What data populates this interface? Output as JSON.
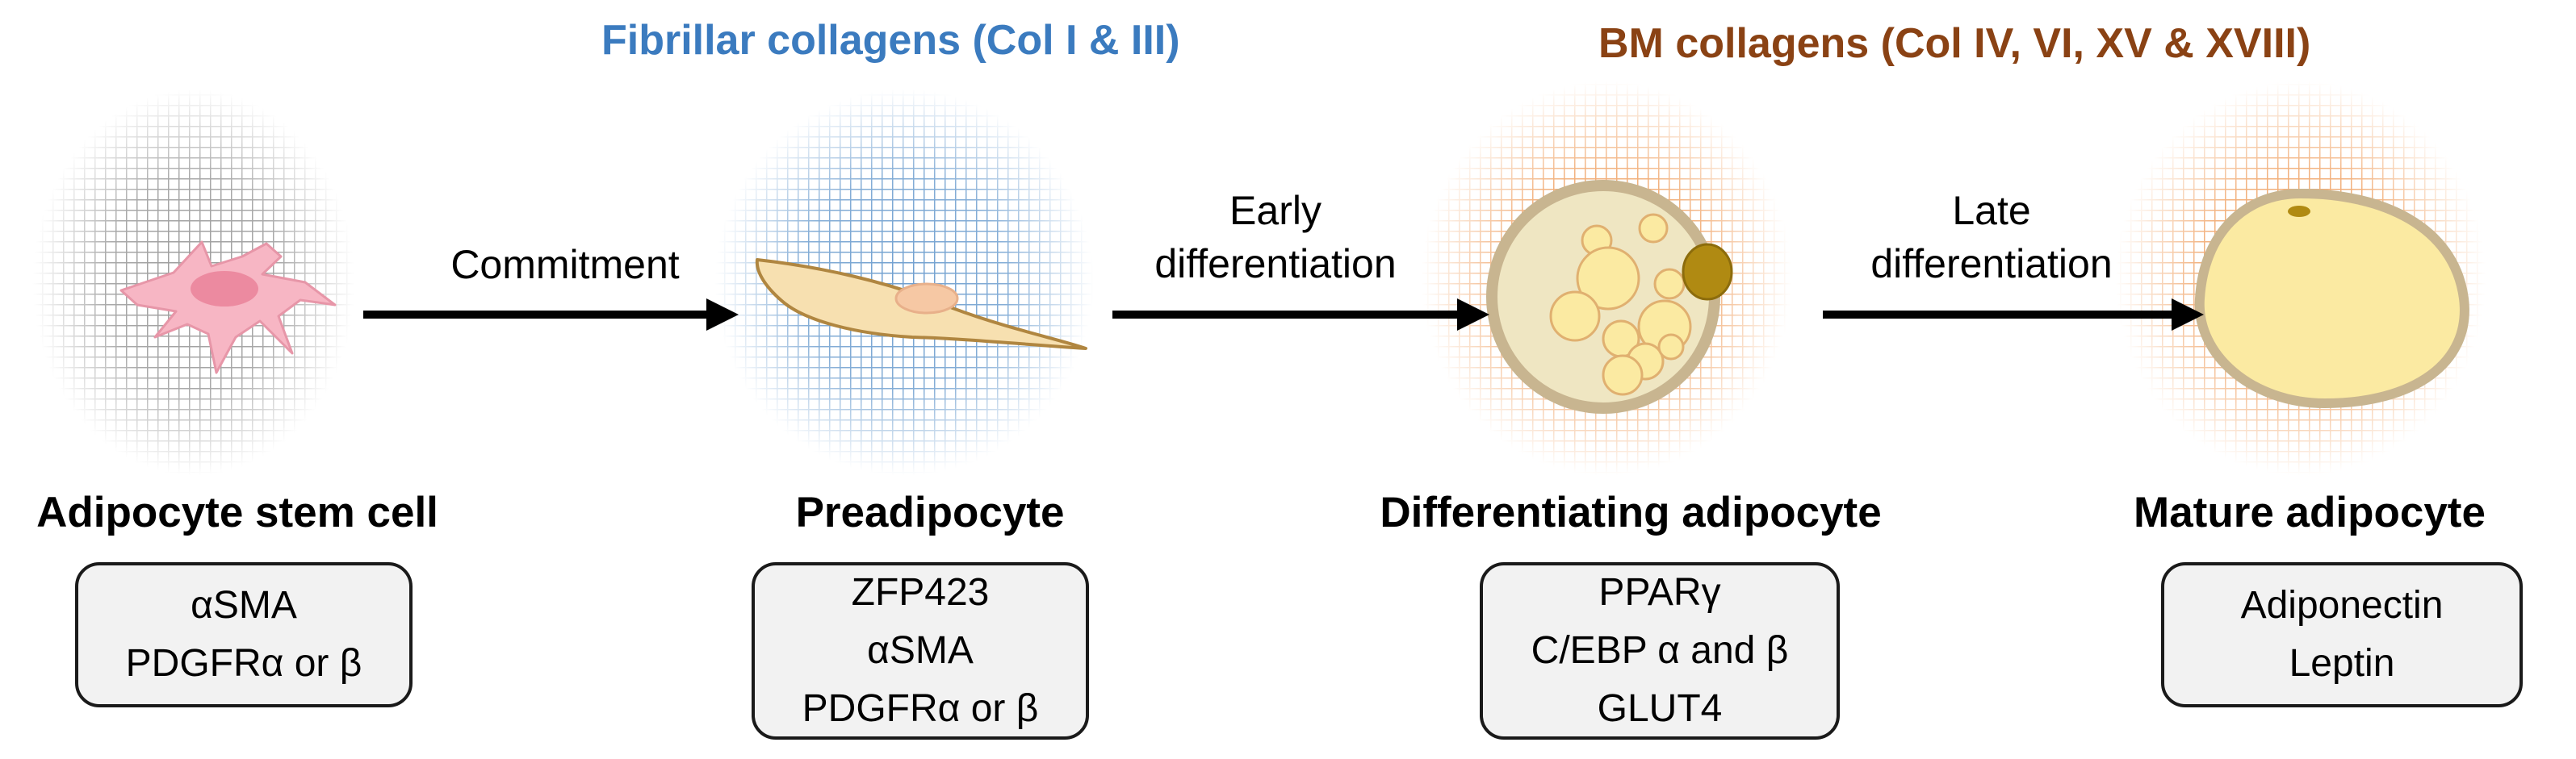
{
  "headings": {
    "fibrillar": "Fibrillar collagens (Col I & III)",
    "bm": "BM collagens (Col IV, VI, XV & XVIII)"
  },
  "colors": {
    "fibrillar": "#3b7bbf",
    "bm": "#8a4214",
    "stem_halo": "#9a9a9a",
    "pre_halo": "#6f9fcf",
    "diff_halo": "#f0a468",
    "mature_halo": "#f0a468",
    "stem_cell_fill": "#f7b6c4",
    "stem_nucleus": "#ec8aa0",
    "pre_cell_fill": "#f7e0b0",
    "pre_cell_stroke": "#b08640",
    "pre_nucleus": "#f6c8a4",
    "adipocyte_wall": "#c8b590",
    "lipid_fill": "#fbeaa2",
    "nucleus_dark": "#b08a12"
  },
  "stages": [
    {
      "name": "Adipocyte stem cell",
      "icon": "stem-cell-icon",
      "markers": [
        "αSMA",
        "PDGFRα or β"
      ]
    },
    {
      "name": "Preadipocyte",
      "icon": "preadipocyte-icon",
      "markers": [
        "ZFP423",
        "αSMA",
        "PDGFRα or β"
      ]
    },
    {
      "name": "Differentiating adipocyte",
      "icon": "differentiating-adipocyte-icon",
      "markers": [
        "PPARγ",
        "C/EBP α and β",
        "GLUT4"
      ]
    },
    {
      "name": "Mature adipocyte",
      "icon": "mature-adipocyte-icon",
      "markers": [
        "Adiponectin",
        "Leptin"
      ]
    }
  ],
  "transitions": [
    {
      "lines": [
        "Commitment"
      ]
    },
    {
      "lines": [
        "Early",
        "differentiation"
      ]
    },
    {
      "lines": [
        "Late",
        "differentiation"
      ]
    }
  ]
}
